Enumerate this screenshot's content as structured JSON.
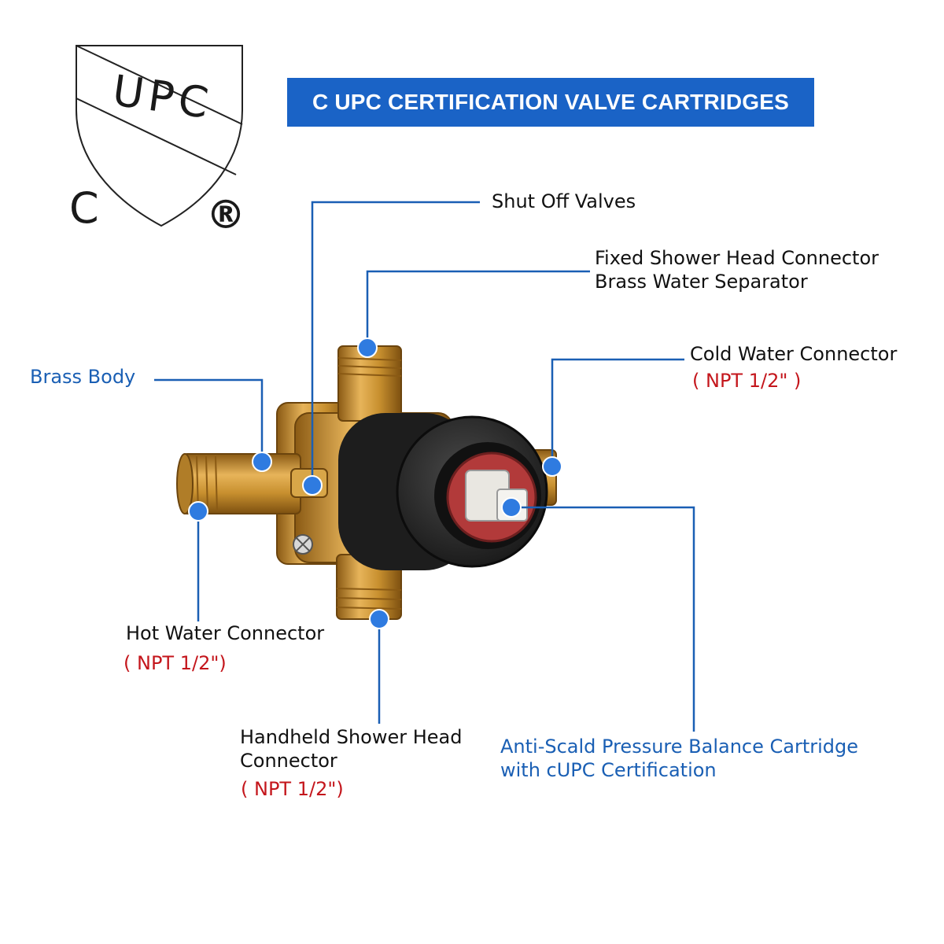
{
  "logo": {
    "top_text": "UPC",
    "left_letter": "C",
    "registered_mark": "®"
  },
  "banner": {
    "title": "C UPC CERTIFICATION VALVE CARTRIDGES"
  },
  "labels": {
    "shut_off": "Shut Off Valves",
    "fixed_shower_line1": "Fixed Shower Head Connector",
    "fixed_shower_line2": "Brass Water Separator",
    "cold_water": "Cold Water Connector",
    "cold_water_spec": "( NPT 1/2\" )",
    "brass_body": "Brass Body",
    "hot_water": "Hot Water Connector",
    "hot_water_spec": "( NPT 1/2\")",
    "handheld_line1": "Handheld Shower Head",
    "handheld_line2": "Connector",
    "handheld_spec": "( NPT 1/2\")",
    "cartridge_line1": "Anti-Scald Pressure Balance Cartridge",
    "cartridge_line2": "with cUPC Certification"
  },
  "colors": {
    "banner": "#1a63c6",
    "leader": "#1a5fb4",
    "brass": "#c8902f",
    "spec_red": "#c4161c"
  }
}
